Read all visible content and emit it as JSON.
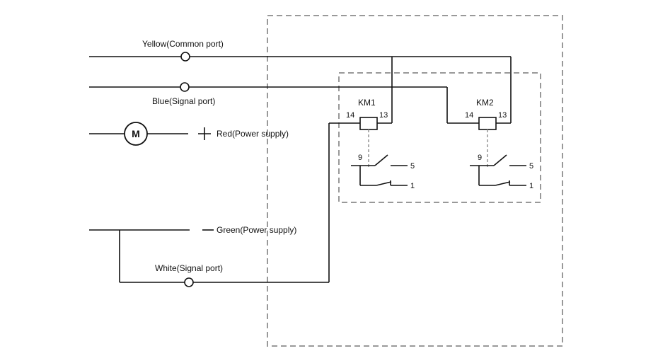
{
  "labels": {
    "yellow": "Yellow(Common port)",
    "blue": "Blue(Signal port)",
    "red": "Red(Power supply)",
    "green": "Green(Power supply)",
    "white": "White(Signal port)",
    "motor": "M",
    "plus": "+",
    "minus": "—"
  },
  "relays": [
    {
      "name": "KM1",
      "coil_left": "14",
      "coil_right": "13",
      "common": "9",
      "no": "5",
      "nc": "1"
    },
    {
      "name": "KM2",
      "coil_left": "14",
      "coil_right": "13",
      "common": "9",
      "no": "5",
      "nc": "1"
    }
  ],
  "colors": {
    "line": "#111111",
    "dashed_box": "#999999"
  }
}
